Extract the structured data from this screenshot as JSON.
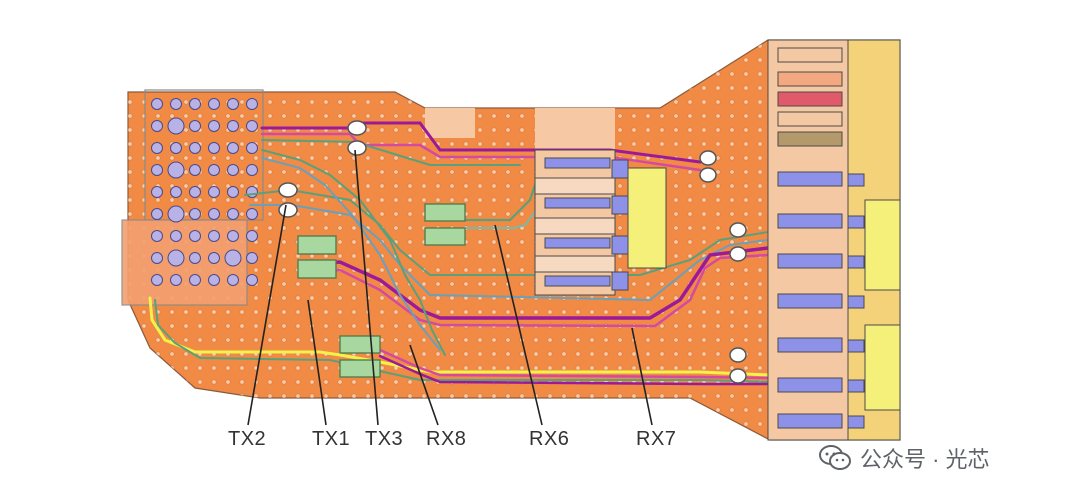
{
  "colors": {
    "board": "#f08a44",
    "board_dark": "#e06d2e",
    "outline": "#7d7d7d",
    "via_fill": "#b8b2e6",
    "pad_green": "#a8d8a0",
    "pad_blue": "#8d92e8",
    "pad_peach": "#f5c8a4",
    "pad_yellow": "#f4f07a",
    "trace_purple": "#9a1a9a",
    "trace_magenta": "#d44aa0",
    "trace_green": "#5aa07a",
    "trace_yellow": "#f2f24a",
    "label_text": "#333333"
  },
  "labels": {
    "tx2": "TX2",
    "tx1": "TX1",
    "tx3": "TX3",
    "rx8": "RX8",
    "rx6": "RX6",
    "rx7": "RX7"
  },
  "watermark": {
    "text": "公众号 · 光芯",
    "icon": "wechat-icon"
  }
}
